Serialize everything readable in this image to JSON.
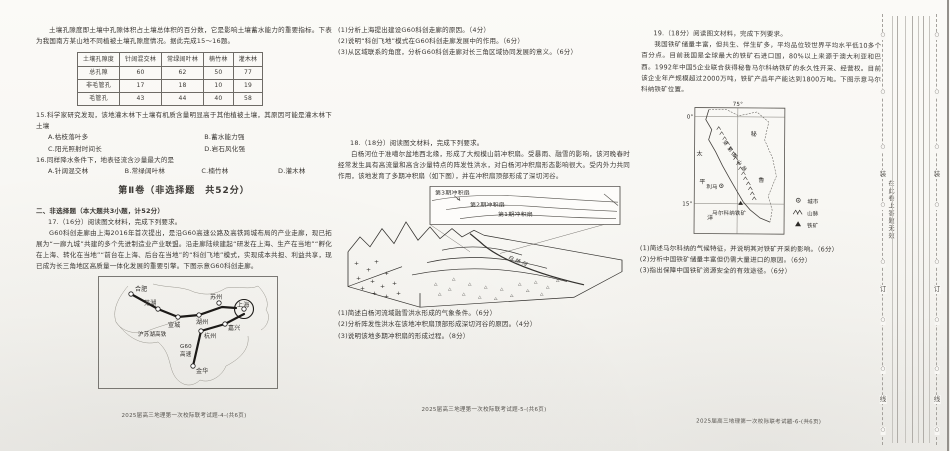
{
  "page4": {
    "intro": "土壤孔隙度即土壤中孔隙体积占土壤总体积的百分数，它是影响土壤蓄水能力的重要指标。下表为我国南方某山地不同植被土壤孔隙度情况。据此完成15～16题。",
    "table": {
      "headers": [
        "土壤孔隙度",
        "针阔混交林",
        "常绿阔叶林",
        "楠竹林",
        "灌木林"
      ],
      "rows": [
        [
          "总孔隙",
          "60",
          "62",
          "50",
          "77"
        ],
        [
          "非毛管孔",
          "17",
          "18",
          "10",
          "19"
        ],
        [
          "毛管孔",
          "43",
          "44",
          "40",
          "58"
        ]
      ]
    },
    "q15": {
      "stem": "15.科学家研究发现，该地灌木林下土壤有机质含量明显高于其他植被土壤，其原因可能是灌木林下土壤",
      "options": [
        "A.枯枝落叶多",
        "B.蓄水能力强",
        "C.阳光照射时间长",
        "D.岩石风化强"
      ]
    },
    "q16": {
      "stem": "16.同样降水条件下，地表径流含沙量最大的是",
      "options": [
        "A.针阔混交林",
        "B.常绿阔叶林",
        "C.楠竹林",
        "D.灌木林"
      ]
    },
    "section_title": "第Ⅱ卷（非选择题　共52分）",
    "section_note": "二、非选择题（本大题共3小题，计52分）",
    "q17": {
      "head": "17.（16分）阅读图文材料，完成下列要求。",
      "text": "G60科创走廊由上海2016年首次提出，是沿G60高速公路及高铁跨城布局的产业走廊，现已拓展为“一廊九城”共建的多个先进制造业产业联盟。沿走廊陆续建起“研发在上海、生产在当地”“孵化在上海、转化在当地”“前台在上海、后台在当地”的“科创飞地”模式，实现成本共担、利益共享，现已成为长三角地区高质量一体化发展的重要引擎。下图示意G60科创走廊。",
      "map": {
        "cities": [
          "合肥",
          "芜湖",
          "宣城",
          "湖州",
          "苏州",
          "上海",
          "嘉兴",
          "杭州",
          "金华"
        ],
        "rail_label": "沪苏湖高铁",
        "road_label_1": "G60",
        "road_label_2": "高速"
      }
    },
    "footer": "2025届高三地理第一次校际联考试题-4-(共6页)"
  },
  "page5": {
    "q17_parts": [
      "(1)分析上海提出建设G60科创走廊的原因。（4分）",
      "(2)说明“科创飞地”模式在G60科创走廊发展中的作用。（6分）",
      "(3)从区域联系的角度，分析G60科创走廊对长三角区域协同发展的意义。（6分）"
    ],
    "q18": {
      "head": "18.（18分）阅读图文材料，完成下列要求。",
      "text": "白杨河位于准噶尔盆地西北缘，形成了大规模山前冲积扇。受暴雨、融雪的影响，该河晚春时经常发生具有高流量和高含沙量特点的阵发性洪水，对白杨河冲积扇形态影响很大。受内外力共同作用，该地发育了多期冲积扇（如下图），并在冲积扇顶部形成了深切河谷。",
      "fans": [
        "第3期冲积扇",
        "第2期冲积扇",
        "第1期冲积扇"
      ],
      "river": "白杨河",
      "parts": [
        "(1)简述白杨河流域融雪洪水形成的气象条件。（6分）",
        "(2)分析阵发性洪水在该地冲积扇顶部形成深切河谷的原因。（4分）",
        "(3)说明该地多期冲积扇的形成过程。（8分）"
      ]
    },
    "footer": "2025届高三地理第一次校际联考试题-5-(共6页)"
  },
  "page6": {
    "q19": {
      "head": "19.（18分）阅读图文材料，完成下列要求。",
      "text": "我国铁矿储量丰富，但共生、伴生矿多，平均品位较世界平均水平低10多个百分点。目前我国是全球最大的铁矿石进口国，80%以上来源于澳大利亚和巴西。1992年中国5企业联合获得秘鲁马尔科纳铁矿的永久性开采、经营权。目前该企业年产规模超过2000万吨，铁矿产品年产能达到1800万吨。下图示意马尔科纳铁矿位置。",
      "parts": [
        "(1)简述马尔科纳的气候特征，并说明其对铁矿开采的影响。（6分）",
        "(2)分析中国铁矿储量丰富但仍需大量进口的原因。（6分）",
        "(3)指出保障中国铁矿资源安全的有效途径。（6分）"
      ]
    },
    "map": {
      "lon": "75°",
      "lat0": "0°",
      "lat15": "15°",
      "country": [
        "秘",
        "鲁"
      ],
      "ocean": [
        "太",
        "平",
        "洋"
      ],
      "city": "利马",
      "range": "安第斯山脉",
      "mine": "马尔科纳铁矿",
      "legend": [
        "城市",
        "山脉",
        "铁矿"
      ]
    },
    "footer": "2025届高三地理第一次校际联考试题-6-(共6页)"
  },
  "edge": {
    "note": "在此卷上答题无效",
    "binding": [
      "装",
      "订",
      "线"
    ],
    "circle": "○"
  }
}
